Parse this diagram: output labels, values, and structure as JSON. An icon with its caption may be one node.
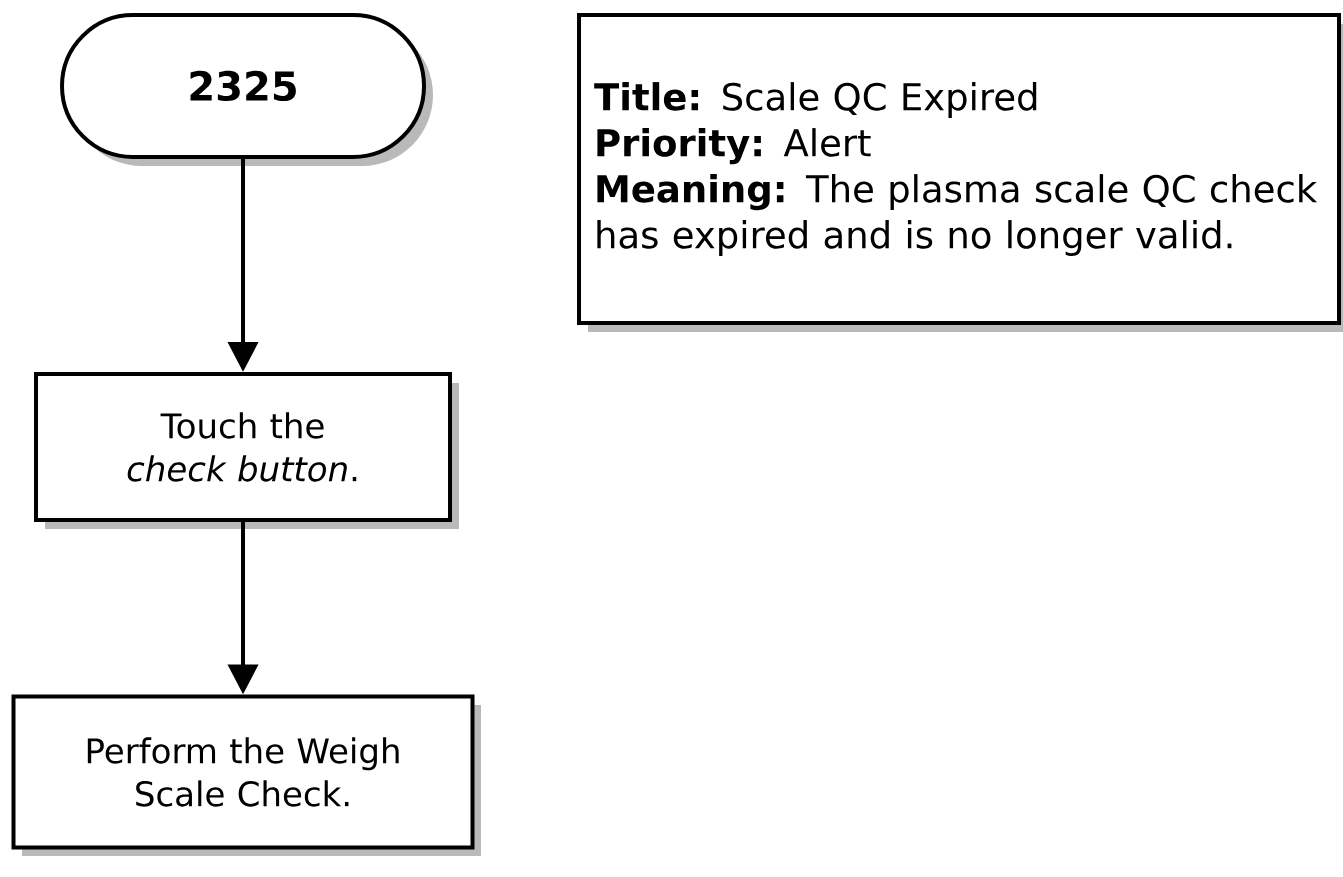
{
  "diagram": {
    "nodes": [
      {
        "text": [
          "2325"
        ]
      },
      {
        "text": [
          "Touch the *check button*."
        ]
      },
      {
        "text": [
          "Perform the Weigh Scale Check."
        ]
      },
      {
        "text": [
          "**Title:** Scale QC Expired",
          "**Priority:** Alert",
          "**Meaning:** The plasma scale QC check has expired and is no longer valid."
        ]
      }
    ],
    "edges": [
      {
        "from": 0,
        "to": 1,
        "arrow": "to"
      },
      {
        "from": 1,
        "to": 2,
        "arrow": "to"
      }
    ]
  }
}
